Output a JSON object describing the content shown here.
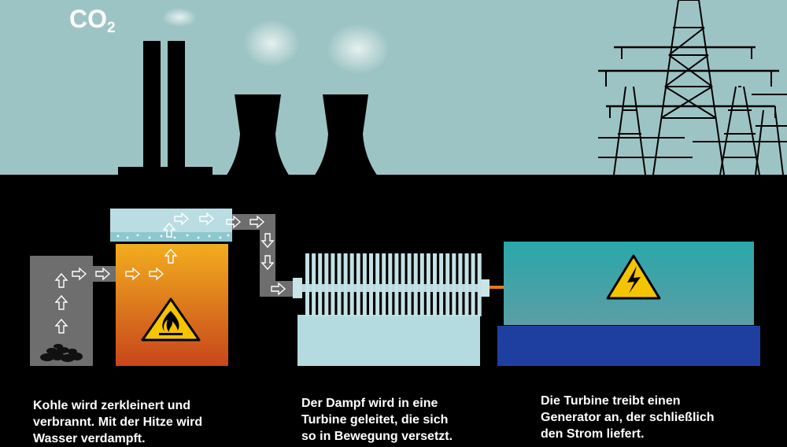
{
  "sky_label": {
    "main": "CO",
    "sub": "2"
  },
  "captions": [
    {
      "lines": [
        "Kohle wird zerkleinert und",
        "verbrannt. Mit der Hitze wird",
        "Wasser verdampft."
      ]
    },
    {
      "lines": [
        "Der Dampf wird in eine",
        "Turbine geleitet, die sich",
        "so in Bewegung versetzt."
      ]
    },
    {
      "lines": [
        "Die Turbine treibt einen",
        "Generator an, der schließlich",
        "den Strom liefert."
      ]
    }
  ],
  "icons": [
    "fire-hazard-icon",
    "high-voltage-icon",
    "arrow-icon"
  ],
  "colors": {
    "sky": "#9dc4c4",
    "ground": "#000000",
    "coal_box": "#6e6e6e",
    "boiler_top": "#f0a81e",
    "boiler_bottom": "#c84a1c",
    "water": "#b9dde2",
    "turbine": "#b4dbe0",
    "generator_top": "#2aa3a8",
    "generator_base": "#1f3fa0",
    "warning": "#f5c400"
  }
}
